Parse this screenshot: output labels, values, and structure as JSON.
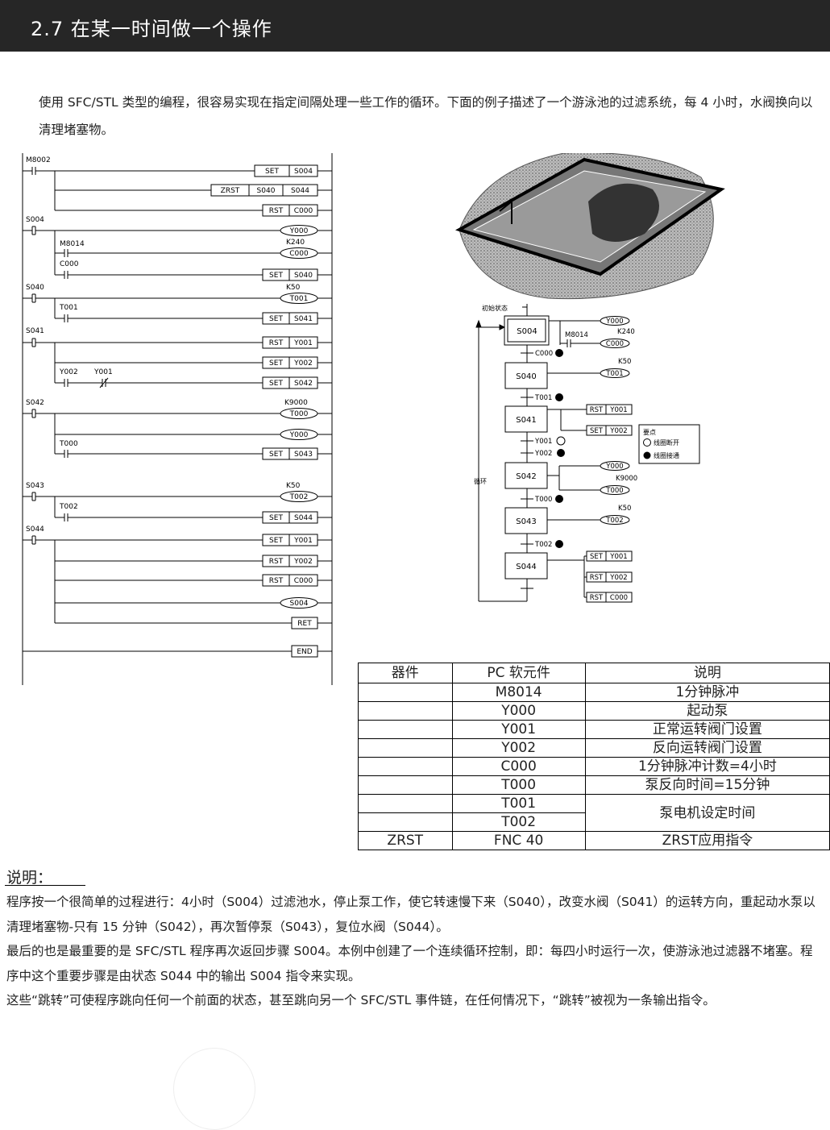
{
  "header": {
    "title": "2.7 在某一时间做一个操作"
  },
  "intro": "使用 SFC/STL 类型的编程，很容易实现在指定间隔处理一些工作的循环。下面的例子描述了一个游泳池的过滤系统，每 4 小时，水阀换向以清理堵塞物。",
  "ladder": {
    "m8002": "M8002",
    "set": "SET",
    "rst": "RST",
    "zrst": "ZRST",
    "s004": "S004",
    "s040": "S040",
    "s041": "S041",
    "s042": "S042",
    "s043": "S043",
    "s044": "S044",
    "c000": "C000",
    "m8014": "M8014",
    "k240": "K240",
    "k50": "K50",
    "k9000": "K9000",
    "t000": "T000",
    "t001": "T001",
    "t002": "T002",
    "y000": "Y000",
    "y001": "Y001",
    "y002": "Y002",
    "ret": "RET",
    "end": "END"
  },
  "sfc": {
    "initial": "初始状态",
    "loop": "循环",
    "legend_title": "要点",
    "legend_open": "线圈断开",
    "legend_closed": "线圈接通"
  },
  "table": {
    "headers": [
      "器件",
      "PC 软元件",
      "说明"
    ],
    "rows": [
      [
        "",
        "M8014",
        "1分钟脉冲"
      ],
      [
        "",
        "Y000",
        "起动泵"
      ],
      [
        "",
        "Y001",
        "正常运转阀门设置"
      ],
      [
        "",
        "Y002",
        "反向运转阀门设置"
      ],
      [
        "",
        "C000",
        "1分钟脉冲计数=4小时"
      ],
      [
        "",
        "T000",
        "泵反向时间=15分钟"
      ]
    ],
    "t001": "T001",
    "t002": "T002",
    "t_desc": "泵电机设定时间",
    "last": [
      "ZRST",
      "FNC 40",
      "ZRST应用指令"
    ]
  },
  "notes": {
    "title": "说明：",
    "p1": "程序按一个很简单的过程进行：4小时（S004）过滤池水，停止泵工作，使它转速慢下来（S040），改变水阀（S041）的运转方向，重起动水泵以清理堵塞物-只有 15 分钟（S042），再次暂停泵（S043），复位水阀（S044）。",
    "p2": "最后的也是最重要的是 SFC/STL 程序再次返回步骤 S004。本例中创建了一个连续循环控制，即：每四小时运行一次，使游泳池过滤器不堵塞。程序中这个重要步骤是由状态 S044 中的输出 S004 指令来实现。",
    "p3": "这些“跳转”可使程序跳向任何一个前面的状态，甚至跳向另一个 SFC/STL 事件链，在任何情况下，“跳转”被视为一条输出指令。"
  }
}
